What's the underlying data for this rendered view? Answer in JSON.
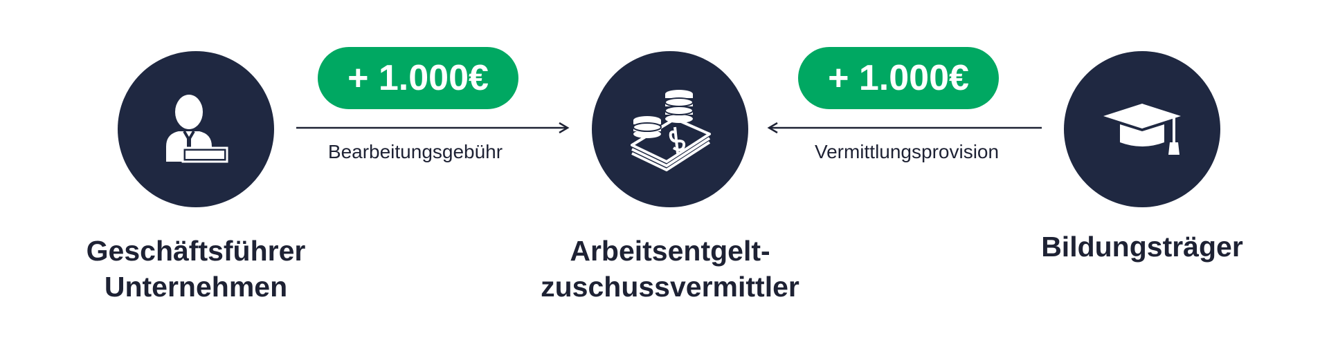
{
  "nodes": [
    {
      "title_lines": [
        "Geschäftsführer",
        "Unternehmen"
      ],
      "icon": "businessman-icon"
    },
    {
      "title_lines": [
        "Arbeitsentgelt-",
        "zuschussvermittler"
      ],
      "icon": "money-coins-icon"
    },
    {
      "title_lines": [
        "Bildungsträger"
      ],
      "icon": "graduation-cap-icon"
    }
  ],
  "flows": [
    {
      "amount": "+ 1.000€",
      "label": "Bearbeitungsgebühr",
      "direction": "right"
    },
    {
      "amount": "+ 1.000€",
      "label": "Vermittlungsprovision",
      "direction": "left"
    }
  ],
  "colors": {
    "circle": "#1f2841",
    "pill": "#00a862",
    "text": "#1e2234",
    "icon": "#ffffff"
  }
}
